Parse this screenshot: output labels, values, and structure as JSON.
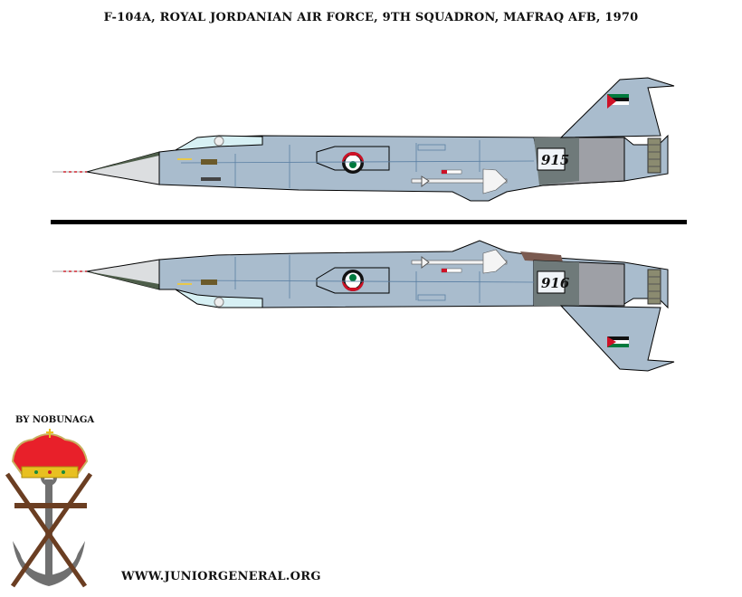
{
  "title": "F-104A, ROYAL JORDANIAN AIR FORCE, 9TH SQUADRON, MAFRAQ AFB, 1970",
  "credit": "BY NOBUNAGA",
  "website": "WWW.JUNIORGENERAL.ORG",
  "aircraft": {
    "type": "F-104A Starfighter",
    "serial_top": "915",
    "serial_bottom": "916",
    "views": [
      "left-side profile (top)",
      "left-side profile mirrored / underside (bottom)"
    ],
    "markings": [
      "Jordanian roundel",
      "Jordanian flag fin flash",
      "Arabic serial on rear fuselage"
    ]
  },
  "emblem": {
    "name": "crown-anchor-crossed-rifles",
    "elements": [
      "royal crown",
      "anchor",
      "crossed rifles"
    ]
  },
  "colors": {
    "fuselage": "#a9bccd",
    "panel_lines": "#5a7fa3",
    "nose_light": "#dcdee0",
    "nose_dark": "#4e5e4a",
    "engine_gray": "#6f7a7a",
    "exhaust_gray": "#9ea0a6",
    "canopy": "#d7f0f4",
    "divider": "#000000",
    "flag_red": "#ce1126",
    "flag_green": "#007a3d",
    "brown_fairing": "#7a5a50"
  }
}
